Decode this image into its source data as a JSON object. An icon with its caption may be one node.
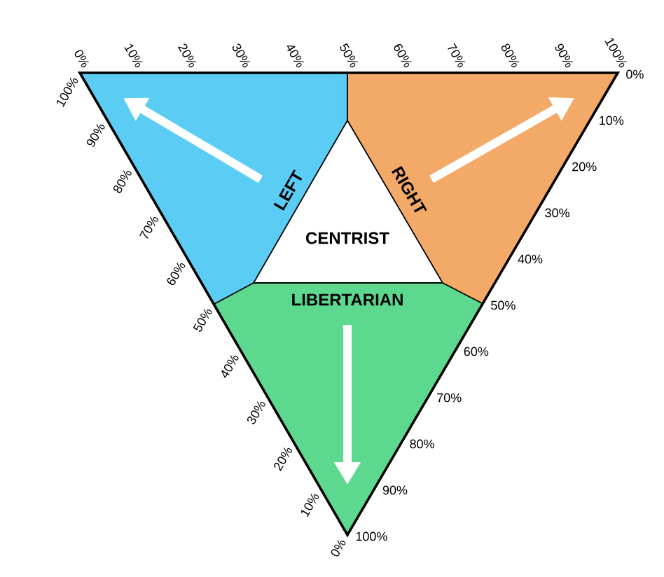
{
  "diagram": {
    "nodes": [
      {
        "text": [
          "LEFT"
        ]
      },
      {
        "text": [
          "RIGHT"
        ]
      },
      {
        "text": [
          "CENTRIST"
        ]
      },
      {
        "text": [
          "LIBERTARIAN"
        ]
      }
    ],
    "edges": [],
    "labels": [
      "0%",
      "10%",
      "20%",
      "30%",
      "40%",
      "50%",
      "60%",
      "70%",
      "80%",
      "90%",
      "100%",
      "100%",
      "90%",
      "80%",
      "70%",
      "60%",
      "50%",
      "40%",
      "30%",
      "20%",
      "10%",
      "0%",
      "0%",
      "10%",
      "20%",
      "30%",
      "40%",
      "50%",
      "60%",
      "70%",
      "80%",
      "90%",
      "100%"
    ]
  }
}
